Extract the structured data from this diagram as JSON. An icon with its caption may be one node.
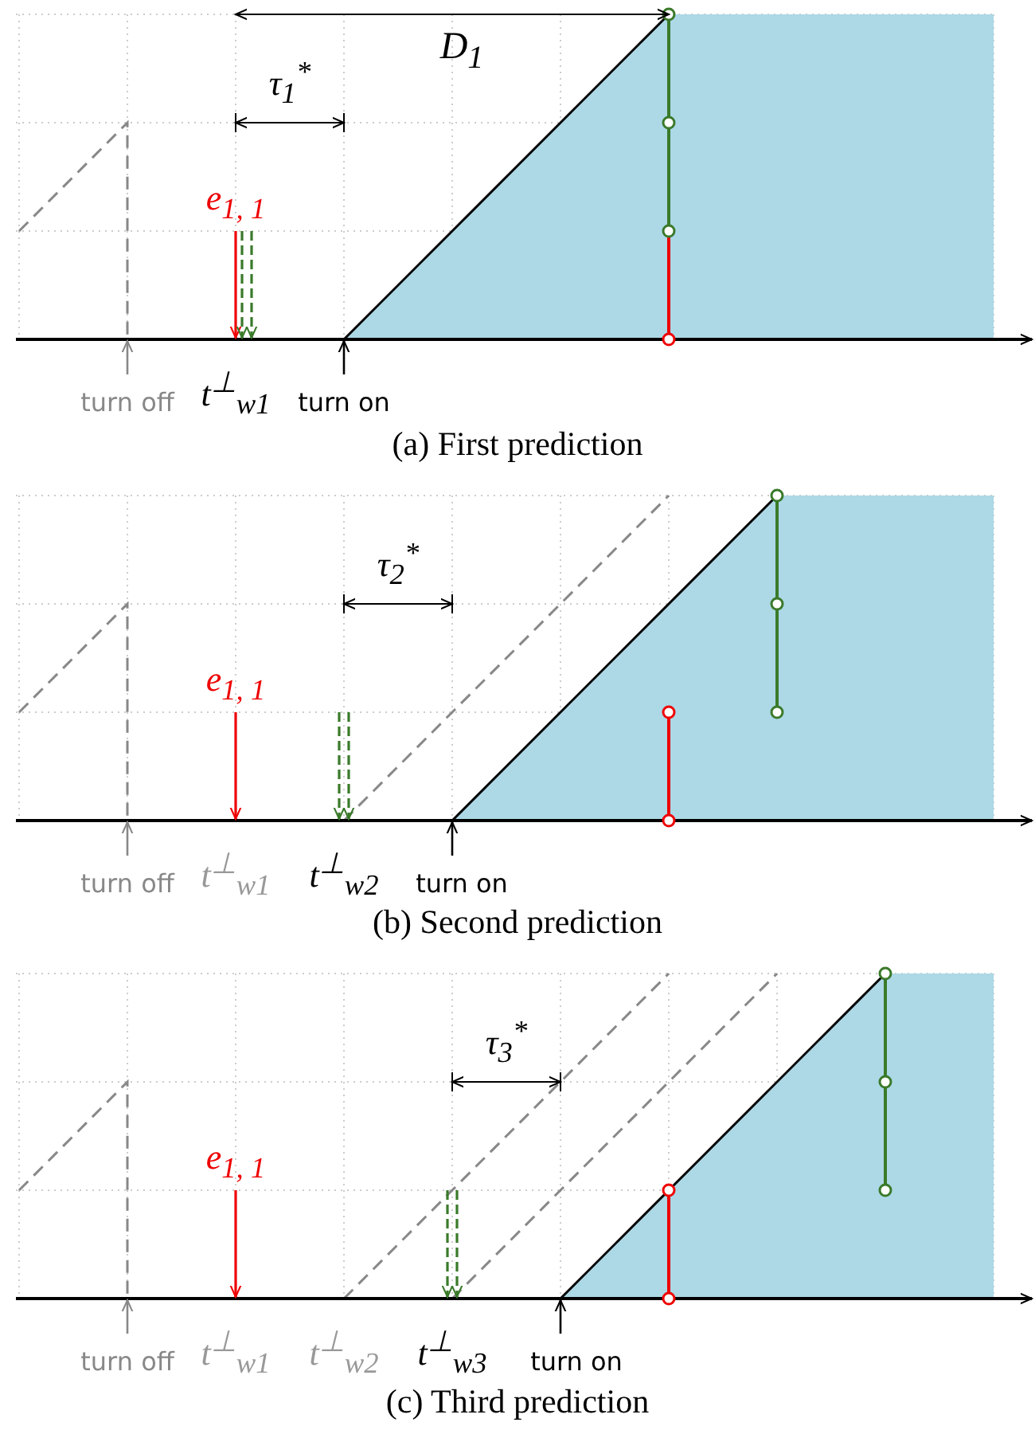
{
  "diagram": {
    "labels": [
      "D$_{1}$",
      "τ$_{1}$$^{*}$",
      "e$_{1, 1}$",
      "turn off",
      "t$^{⊥}$$_{w1}$",
      "turn on",
      "(a) First prediction",
      "τ$_{2}$$^{*}$",
      "e$_{1, 1}$",
      "turn off",
      "t$^{⊥}$$_{w1}$",
      "t$^{⊥}$$_{w2}$",
      "turn on",
      "(b) Second prediction",
      "τ$_{3}$$^{*}$",
      "e$_{1, 1}$",
      "turn off",
      "t$^{⊥}$$_{w1}$",
      "t$^{⊥}$$_{w2}$",
      "t$^{⊥}$$_{w3}$",
      "turn on",
      "(c) Third prediction"
    ]
  }
}
